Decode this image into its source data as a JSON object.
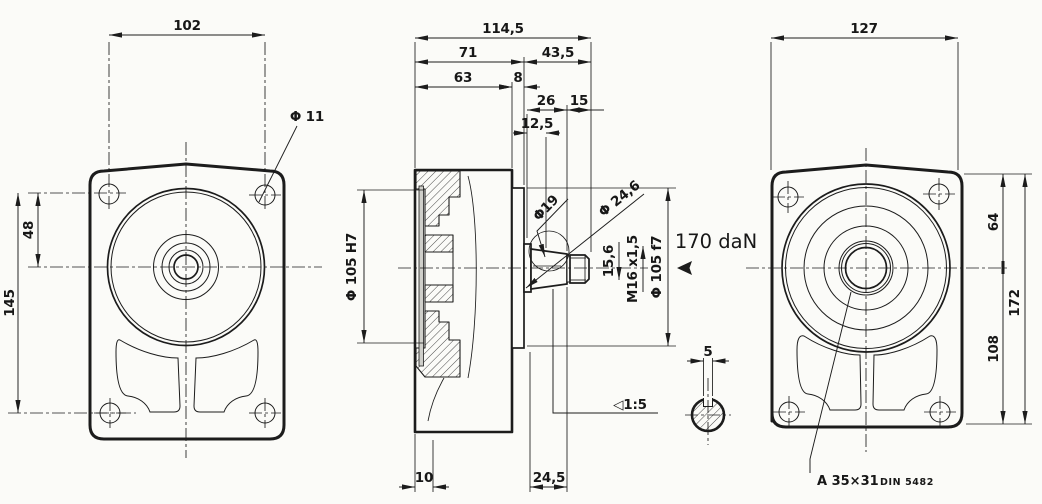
{
  "drawing": {
    "front_view": {
      "dim_width": "102",
      "dim_hole": "Φ 11",
      "dim_center": "48",
      "dim_height": "145"
    },
    "section_view": {
      "dim_total": "114,5",
      "dim_71": "71",
      "dim_43_5": "43,5",
      "dim_63": "63",
      "dim_8": "8",
      "dim_26": "26",
      "dim_15": "15",
      "dim_12_5": "12,5",
      "dim_bore": "Φ 105 H7",
      "dim_19": "Φ19",
      "dim_24_6": "Φ 24,6",
      "dim_15_6": "15,6",
      "dim_thread": "M16 x1,5",
      "dim_pilot": "Φ 105 f7",
      "force": "170 daN",
      "dim_10": "10",
      "dim_24_5": "24,5",
      "taper": "◁1:5",
      "dim_key": "5"
    },
    "rear_view": {
      "dim_width": "127",
      "dim_64": "64",
      "dim_172": "172",
      "dim_108": "108",
      "spline": "A 35×31",
      "spline_std": "DIN 5482"
    }
  }
}
